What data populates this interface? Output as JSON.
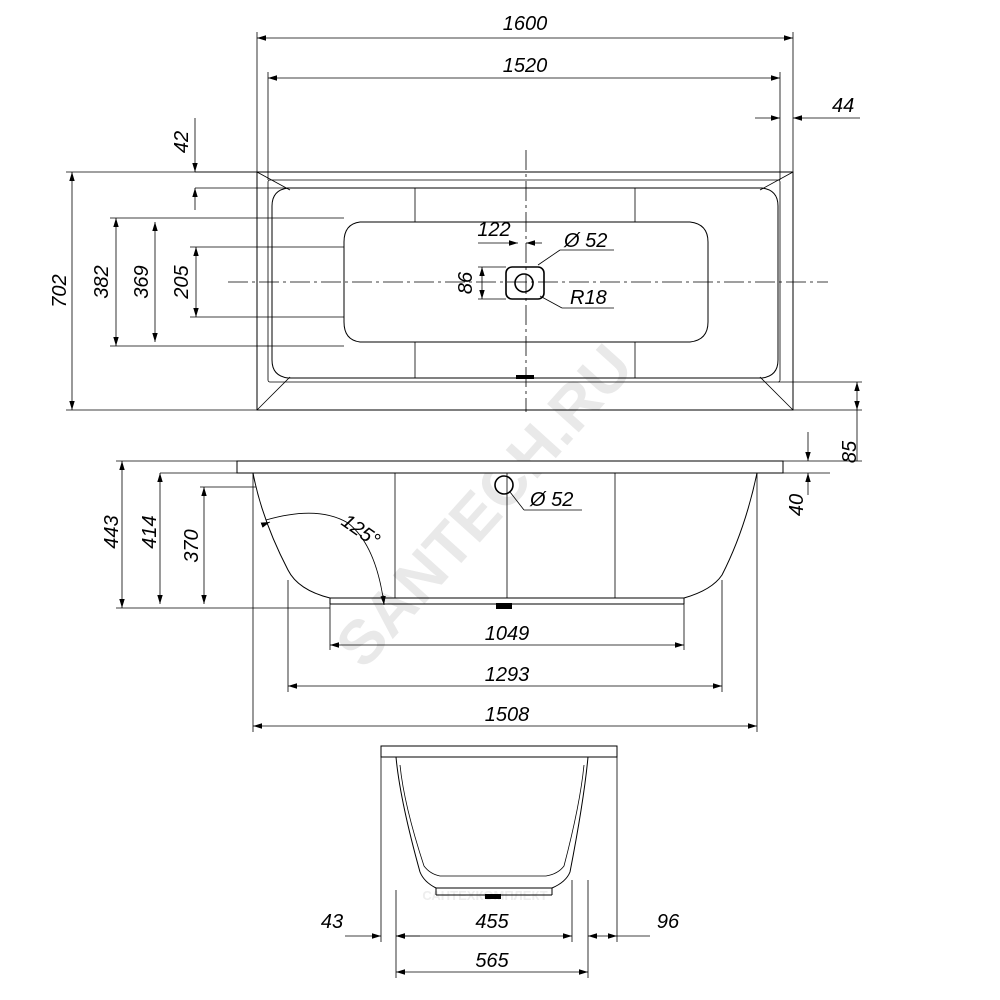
{
  "watermark": {
    "brand": "SANTECH.RU",
    "faded_text": "САНТЕХКОМПЛЕКТ"
  },
  "top_view": {
    "overall_length": "1600",
    "inner_length": "1520",
    "right_rim": "44",
    "top_rim": "42",
    "overall_width": "702",
    "width_382": "382",
    "width_369": "369",
    "width_205": "205",
    "drain_offset": "122",
    "drain_diameter": "Ø 52",
    "drain_height": "86",
    "drain_radius": "R18"
  },
  "side_view": {
    "rim_85": "85",
    "rim_40": "40",
    "height_443": "443",
    "height_414": "414",
    "height_370": "370",
    "angle": "125°",
    "overflow_diameter": "Ø 52",
    "len_1049": "1049",
    "len_1293": "1293",
    "len_1508": "1508"
  },
  "end_view": {
    "left_rim": "43",
    "bottom_width": "455",
    "right_rim": "96",
    "inner_width": "565"
  }
}
